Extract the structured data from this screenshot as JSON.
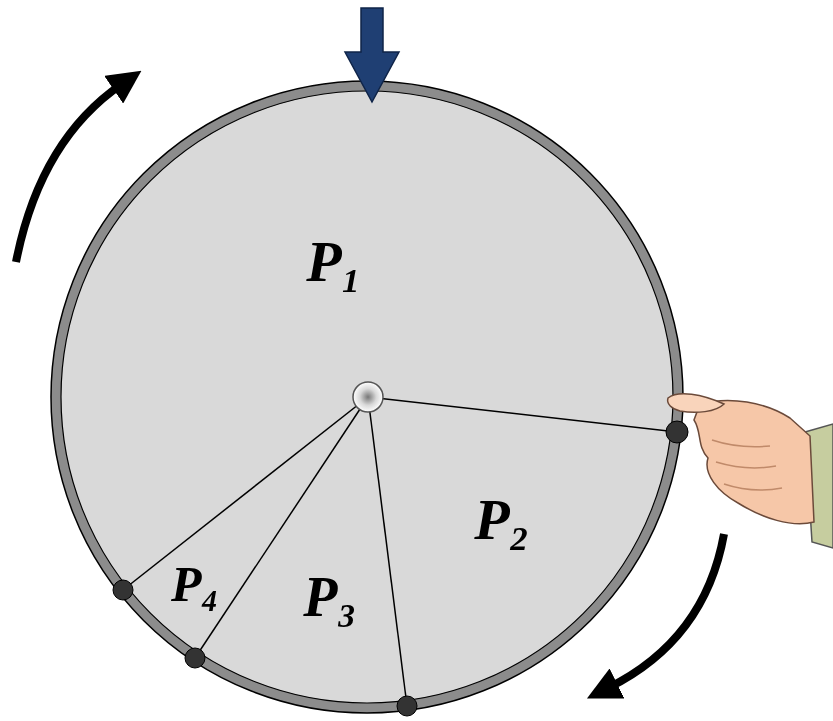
{
  "diagram": {
    "labels": [
      "P₁",
      "P₂",
      "P₃",
      "P₄"
    ]
  }
}
